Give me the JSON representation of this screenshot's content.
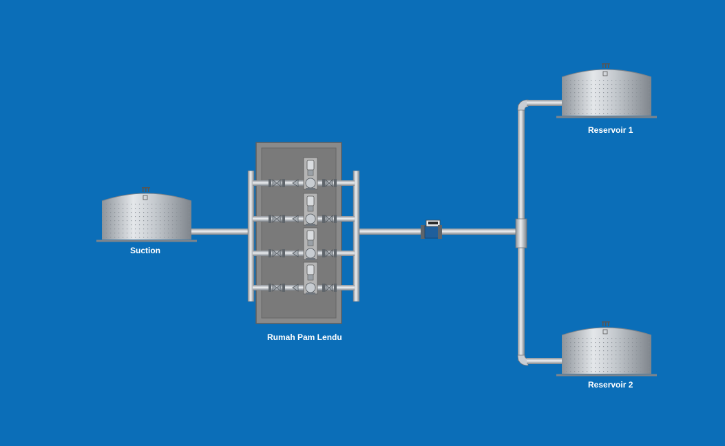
{
  "background_color": "#0b6eb8",
  "pipe_color": "#c9ced4",
  "tank_color": "#b9bec4",
  "pump_house_color": "#8a8a8a",
  "labels": {
    "suction": "Suction",
    "pump_house": "Rumah Pam Lendu",
    "reservoir_1": "Reservoir 1",
    "reservoir_2": "Reservoir 2"
  },
  "tanks": [
    {
      "name": "suction-tank",
      "icon": "storage-tank-icon"
    },
    {
      "name": "reservoir-1-tank",
      "icon": "storage-tank-icon"
    },
    {
      "name": "reservoir-2-tank",
      "icon": "storage-tank-icon"
    }
  ],
  "pumps": [
    {
      "name": "pump-1",
      "icon": "pump-icon"
    },
    {
      "name": "pump-2",
      "icon": "pump-icon"
    },
    {
      "name": "pump-3",
      "icon": "pump-icon"
    },
    {
      "name": "pump-4",
      "icon": "pump-icon"
    }
  ],
  "flow_meter": {
    "icon": "flow-meter-icon"
  }
}
